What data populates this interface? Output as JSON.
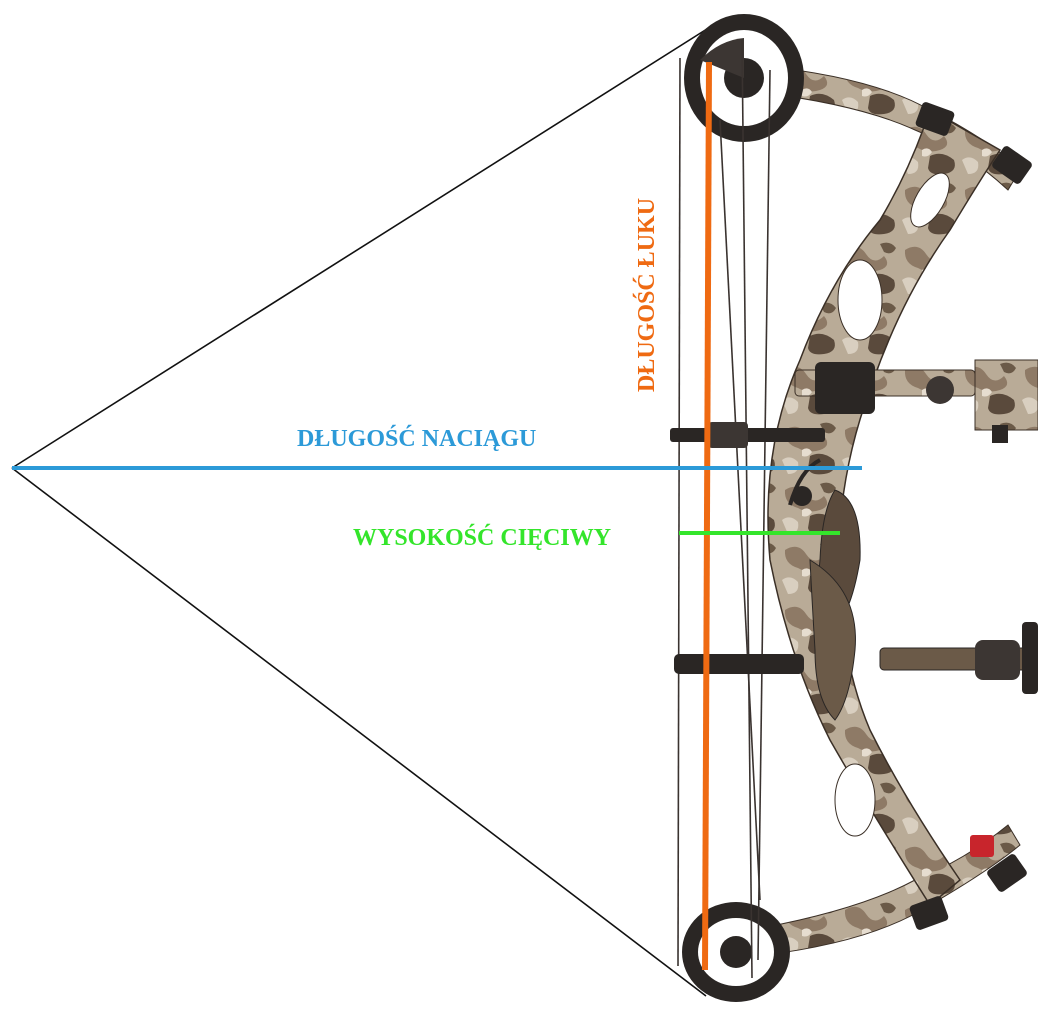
{
  "labels": {
    "bow_length": "DŁUGOŚĆ ŁUKU",
    "draw_length": "DŁUGOŚĆ NACIĄGU",
    "brace_height": "WYSOKOŚĆ CIĘCIWY"
  },
  "colors": {
    "bow_length": "#ef6a12",
    "draw_length": "#2c9ad8",
    "brace_height": "#34e52b",
    "outline": "#111111",
    "camo_base": "#b9ab97",
    "camo_dark": "#5a4a3c",
    "camo_mid": "#8e7a66",
    "hardware": "#2a2624"
  },
  "image": {
    "subject": "compound bow with camouflage pattern",
    "icons": [
      "cam-icon",
      "sight-icon",
      "stabilizer-icon",
      "arrow-rest-icon"
    ]
  }
}
